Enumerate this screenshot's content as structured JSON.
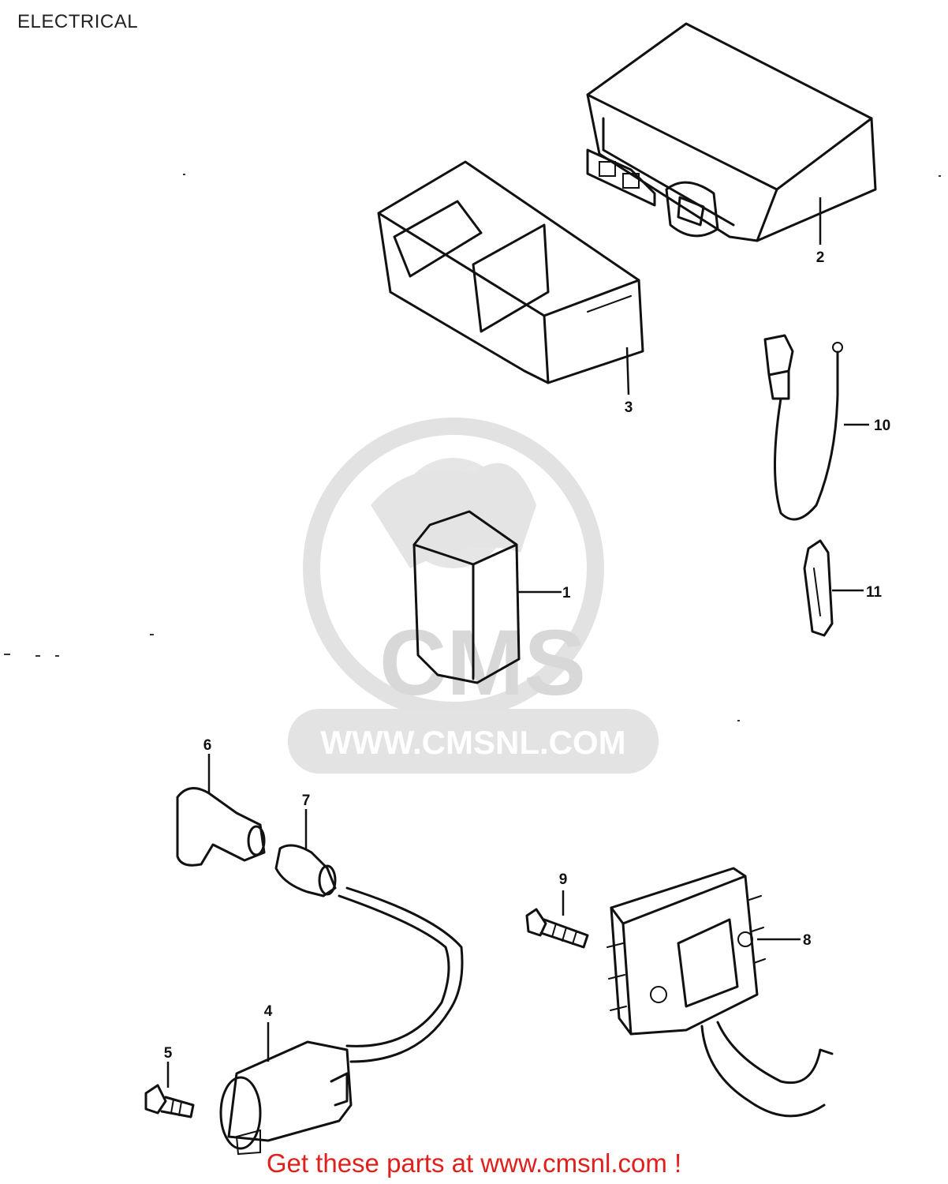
{
  "title": "ELECTRICAL",
  "footer": "Get these parts at www.cmsnl.com !",
  "watermark": {
    "logo": "CMS",
    "url": "WWW.CMSNL.COM",
    "color": "#d9d9d9"
  },
  "accent_color": "#e0201c",
  "callouts": [
    "1",
    "2",
    "3",
    "4",
    "5",
    "6",
    "7",
    "8",
    "9",
    "10",
    "11"
  ],
  "icons": {
    "direction_arrow": "front-direction-arrow-icon"
  }
}
